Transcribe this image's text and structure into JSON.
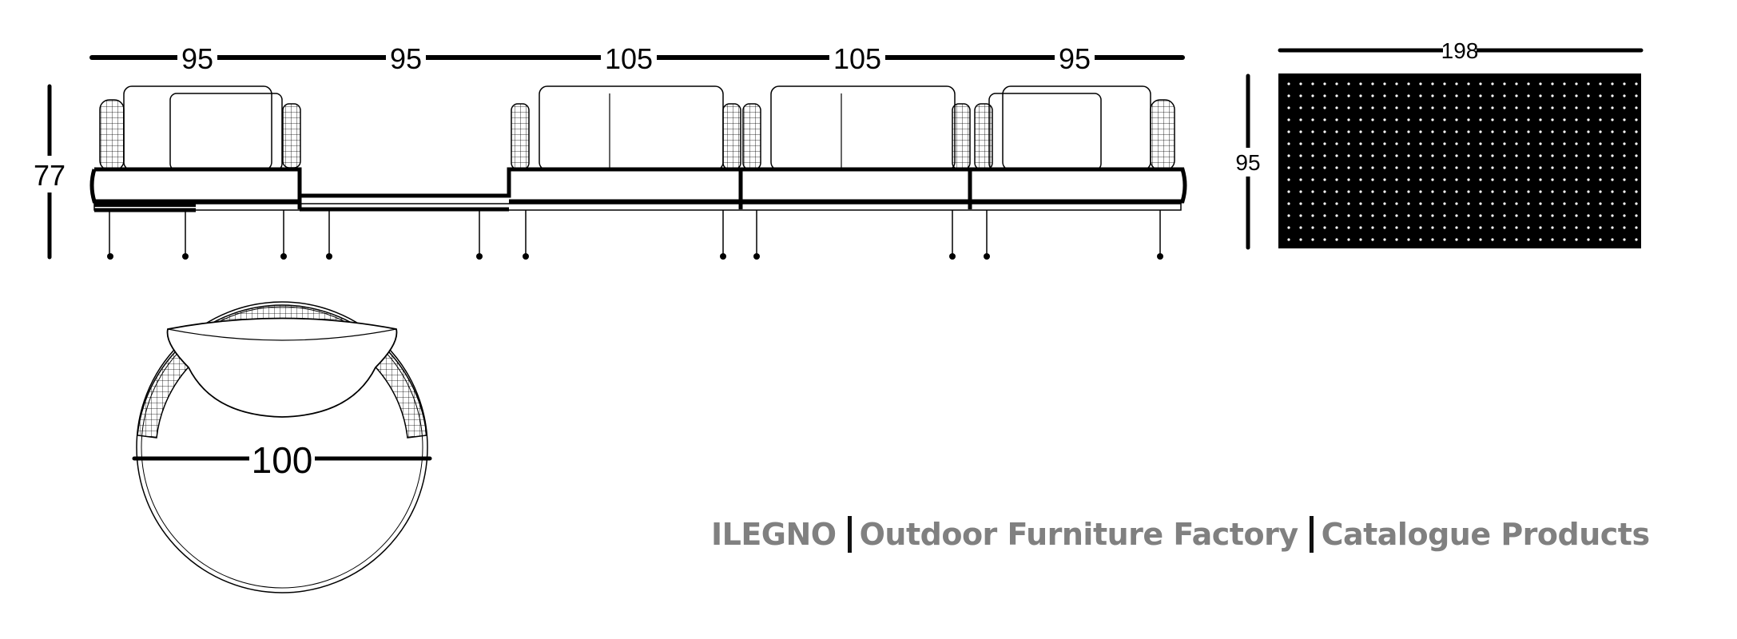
{
  "sofa_elevation": {
    "module_widths": [
      "95",
      "95",
      "105",
      "105",
      "95"
    ],
    "height": "77"
  },
  "table": {
    "length": "198",
    "depth": "95"
  },
  "round_chair": {
    "diameter": "100"
  },
  "footer": {
    "brand": "ILEGNO",
    "tagline": "Outdoor Furniture Factory",
    "section": "Catalogue Products"
  },
  "colors": {
    "line": "#000000",
    "footer_text": "#808080"
  }
}
